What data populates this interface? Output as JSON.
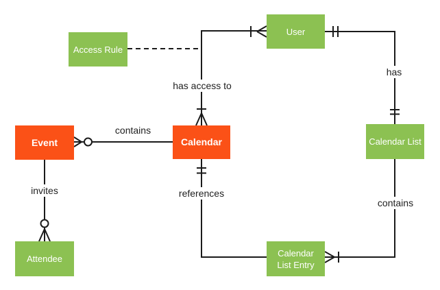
{
  "colors": {
    "entity_green": "#8CC152",
    "entity_orange": "#FB5117",
    "line": "#1A1A1A",
    "label_text": "#212121",
    "entity_text": "#FFFFFF",
    "bg": "#FFFFFF"
  },
  "entities": [
    {
      "id": "access-rule",
      "label": "Access Rule",
      "color": "green"
    },
    {
      "id": "user",
      "label": "User",
      "color": "green"
    },
    {
      "id": "event",
      "label": "Event",
      "color": "orange"
    },
    {
      "id": "calendar",
      "label": "Calendar",
      "color": "orange"
    },
    {
      "id": "calendar-list",
      "label": "Calendar List",
      "color": "green"
    },
    {
      "id": "attendee",
      "label": "Attendee",
      "color": "green"
    },
    {
      "id": "calendar-list-entry",
      "label": "Calendar List Entry",
      "color": "green"
    }
  ],
  "relationships": [
    {
      "label": "contains",
      "from": "calendar",
      "to": "event",
      "from_cardinality": "none",
      "to_cardinality": "zero-or-many (circle + crow's foot)",
      "style": "solid"
    },
    {
      "label": "has access to",
      "from": "calendar",
      "to": "user",
      "from_cardinality": "one-or-many (bar + crow's foot)",
      "to_cardinality": "one-or-many (bar + crow's foot)",
      "style": "solid"
    },
    {
      "label": "invites",
      "from": "event",
      "to": "attendee",
      "from_cardinality": "none",
      "to_cardinality": "zero-or-many (circle + crow's foot)",
      "style": "solid"
    },
    {
      "label": "has",
      "from": "user",
      "to": "calendar-list",
      "from_cardinality": "one-and-only-one (double bar)",
      "to_cardinality": "one-and-only-one (double bar)",
      "style": "solid"
    },
    {
      "label": "contains",
      "from": "calendar-list",
      "to": "calendar-list-entry",
      "from_cardinality": "none",
      "to_cardinality": "one-or-many (crow's foot + bar)",
      "style": "solid"
    },
    {
      "label": "references",
      "from": "calendar-list-entry",
      "to": "calendar",
      "from_cardinality": "none",
      "to_cardinality": "one-and-only-one (double bar)",
      "style": "solid"
    },
    {
      "label": "",
      "from": "access-rule",
      "to": "has-access-to-connector",
      "from_cardinality": "none",
      "to_cardinality": "none",
      "style": "dashed"
    }
  ]
}
